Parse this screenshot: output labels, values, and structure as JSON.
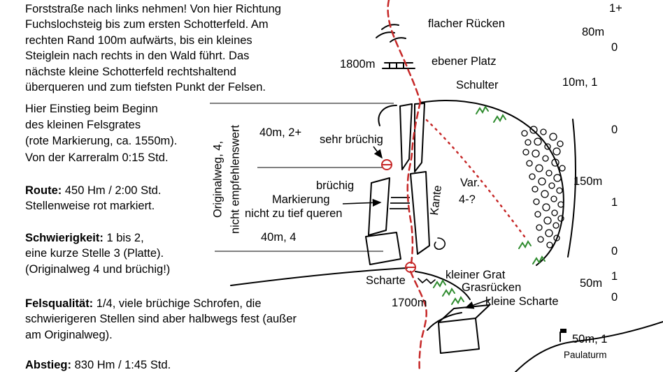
{
  "description": {
    "p1": "Forststraße nach links nehmen! Von hier Richtung\nFuchslochsteig bis zum ersten Schotterfeld. Am\nrechten Rand 100m aufwärts, bis ein kleines\nSteiglein nach rechts in den Wald führt. Das\nnächste kleine Schotterfeld rechtshaltend\nüberqueren und zum tiefsten Punkt der Felsen.",
    "p2": "Hier Einstieg beim Beginn\ndes kleinen Felsgrates\n(rote Markierung, ca. 1550m).\nVon der Karreralm 0:15 Std.",
    "route_label": "Route:",
    "route_text": "450 Hm / 2:00 Std.\nStellenweise rot markiert.",
    "difficulty_label": "Schwierigkeit:",
    "difficulty_text": "1 bis 2,\neine kurze Stelle 3 (Platte).\n(Originalweg 4 und brüchig!)",
    "rockquality_label": "Felsqualität:",
    "rockquality_text": "1/4, viele brüchige Schrofen, die\nschwierigeren Stellen sind aber halbwegs fest (außer\nam Originalweg).",
    "descent_label": "Abstieg:",
    "descent_text": "830 Hm / 1:45 Std."
  },
  "diagram": {
    "labels": {
      "flacher_ruecken": "flacher Rücken",
      "ebener_platz": "ebener Platz",
      "alt_1800": "1800m",
      "schulter": "Schulter",
      "pitch_40_2": "40m, 2+",
      "sehr_bruechig": "sehr brüchig",
      "originalweg": "Originalweg, 4,",
      "nicht_empfehlenswert": "nicht empfehlenswert",
      "bruechig": "brüchig",
      "markierung": "Markierung",
      "nicht_zu_tief": "nicht zu tief queren",
      "kante": "Kante",
      "var": "Var.",
      "var_grade": "4-?",
      "pitch_40_4": "40m, 4",
      "scharte": "Scharte",
      "kleiner_grat": "kleiner Grat",
      "grasruecken": "Grasrücken",
      "kleine_scharte": "kleine Scharte",
      "alt_1700": "1700m",
      "paulaturm": "Paulaturm"
    },
    "margin": {
      "m1": "1+",
      "m2": "80m",
      "m3": "0",
      "m4": "10m, 1",
      "m5": "0",
      "m6": "150m",
      "m7": "1",
      "m8": "0",
      "m9": "1",
      "m10": "50m",
      "m11": "0",
      "m12": "50m, 1"
    },
    "colors": {
      "route": "#c62828",
      "vegetation": "#2e8b2e",
      "ink": "#000000"
    }
  }
}
